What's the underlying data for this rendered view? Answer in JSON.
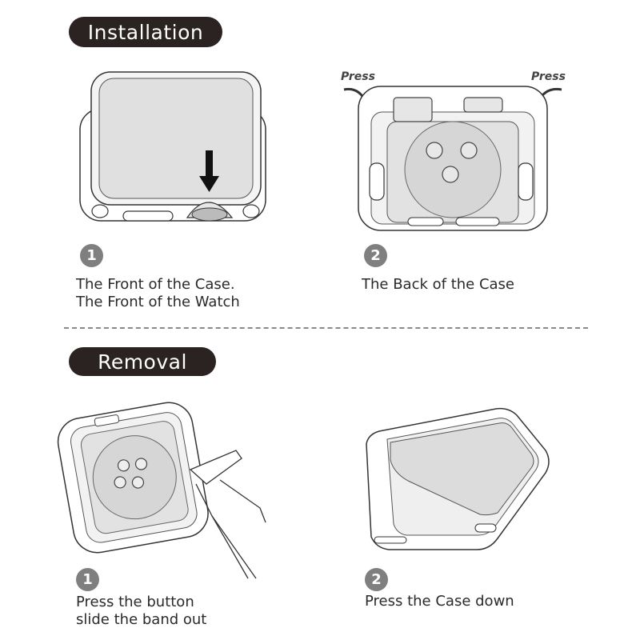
{
  "sections": {
    "installation": {
      "title": "Installation",
      "steps": [
        {
          "number": "1",
          "lines": [
            "The Front of the Case.",
            "The Front of the Watch"
          ]
        },
        {
          "number": "2",
          "lines": [
            "The Back of the Case"
          ]
        }
      ],
      "press_label": "Press"
    },
    "removal": {
      "title": "Removal",
      "steps": [
        {
          "number": "1",
          "lines": [
            "Press the button",
            "slide the band out"
          ]
        },
        {
          "number": "2",
          "lines": [
            "Press the Case down"
          ]
        }
      ]
    }
  },
  "colors": {
    "pill_bg": "#2b2321",
    "badge_bg": "#7f7f7f",
    "screen": "#e0e0e0"
  }
}
